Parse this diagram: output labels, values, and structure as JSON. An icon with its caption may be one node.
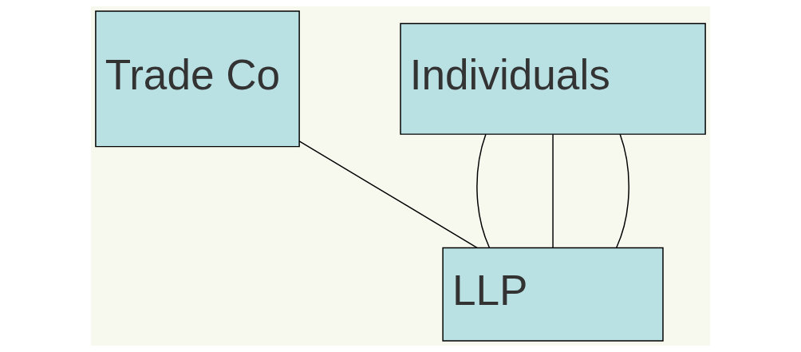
{
  "diagram": {
    "nodes": [
      {
        "text": [
          "Trade Co"
        ]
      },
      {
        "text": [
          "Individuals"
        ]
      },
      {
        "text": [
          "LLP"
        ]
      }
    ],
    "edges": [
      {
        "from": 0,
        "to": 2,
        "arrow": "none"
      },
      {
        "from": 1,
        "to": 2,
        "arrow": "none"
      },
      {
        "from": 1,
        "to": 2,
        "arrow": "none"
      },
      {
        "from": 1,
        "to": 2,
        "arrow": "none"
      }
    ]
  }
}
